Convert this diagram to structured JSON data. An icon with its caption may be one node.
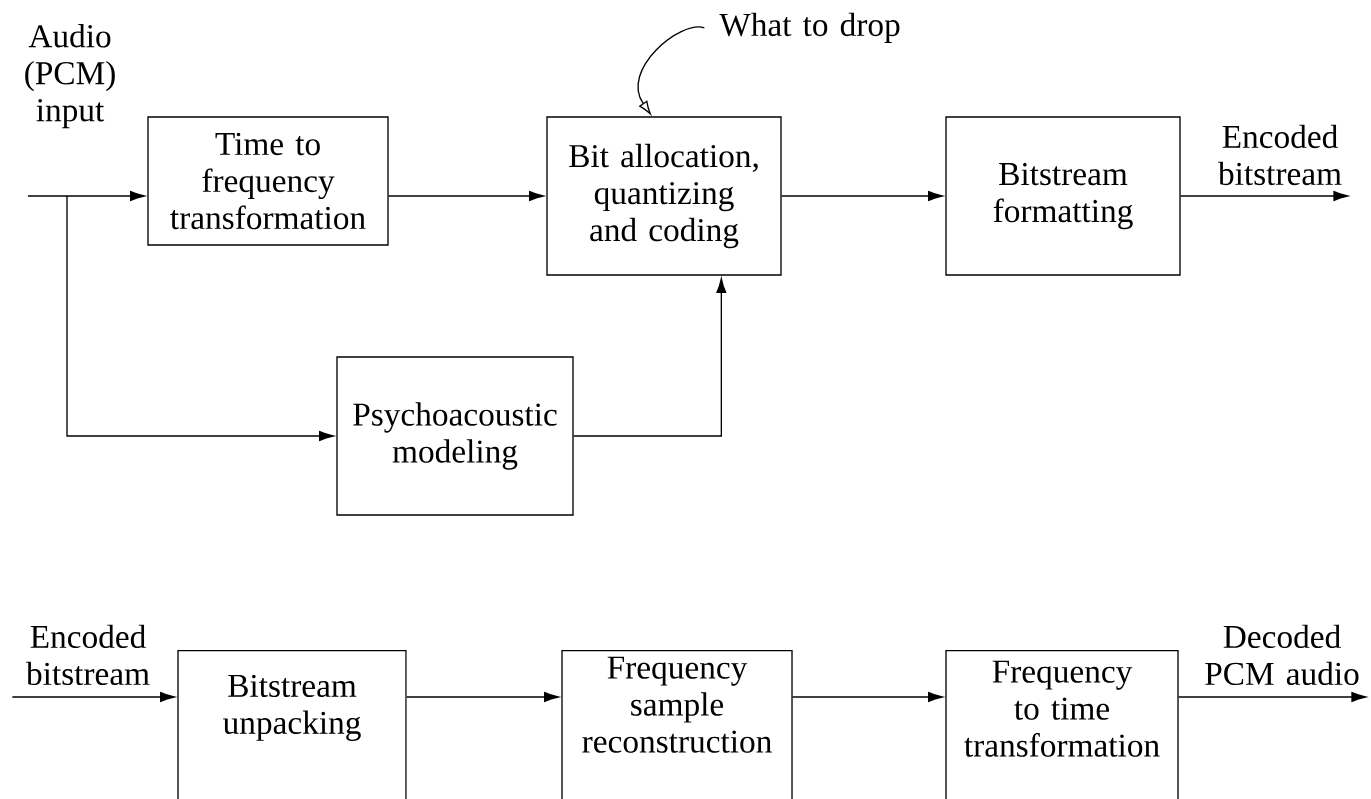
{
  "diagram": {
    "nodes": [
      {
        "text": [
          "Time to frequency transformation"
        ]
      },
      {
        "text": [
          "Bit allocation, quantizing and coding"
        ]
      },
      {
        "text": [
          "Bitstream formatting"
        ]
      },
      {
        "text": [
          "Encoded bitstream"
        ]
      },
      {
        "text": [
          "Psychoacoustic modeling"
        ]
      },
      {
        "text": [
          "What to drop"
        ]
      },
      {
        "text": [
          "Encoded bitstream"
        ]
      },
      {
        "text": [
          "Bitstream unpacking"
        ]
      },
      {
        "text": [
          "Frequency sample reconstruction"
        ]
      },
      {
        "text": [
          "Frequency to time transformation"
        ]
      },
      {
        "text": [
          "Decoded PCM audio"
        ]
      }
    ],
    "edges": [
      {
        "from": null,
        "to": 0,
        "arrow": "to",
        "label": "Audio (PCM) input"
      },
      {
        "from": null,
        "to": 4,
        "arrow": "to"
      },
      {
        "from": 0,
        "to": 1,
        "arrow": "to"
      },
      {
        "from": 1,
        "to": 2,
        "arrow": "to"
      },
      {
        "from": 2,
        "to": 3,
        "arrow": "to"
      },
      {
        "from": 4,
        "to": 1,
        "arrow": "to"
      },
      {
        "from": 5,
        "to": 1,
        "arrow": "to"
      },
      {
        "from": 6,
        "to": 7,
        "arrow": "to"
      },
      {
        "from": 7,
        "to": 8,
        "arrow": "to"
      },
      {
        "from": 8,
        "to": 9,
        "arrow": "to"
      },
      {
        "from": 9,
        "to": 10,
        "arrow": "to"
      }
    ]
  }
}
